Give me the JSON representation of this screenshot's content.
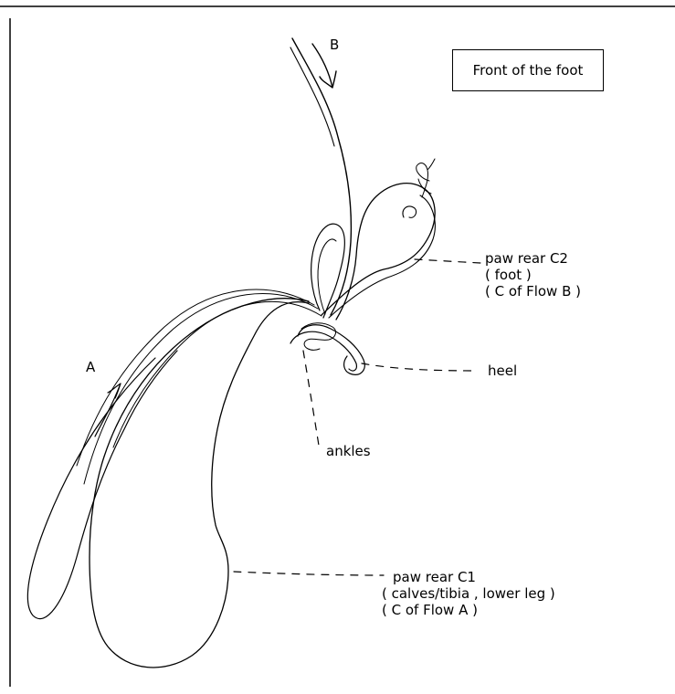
{
  "title_box": "Front of the foot",
  "labels": {
    "a": "A",
    "b": "B",
    "c2_line1": "paw rear C2",
    "c2_line2": "( foot )",
    "c2_line3": "( C of Flow B )",
    "heel": "heel",
    "ankles": "ankles",
    "c1_line1": "paw rear C1",
    "c1_line2": "( calves/tibia , lower leg )",
    "c1_line3": "( C of Flow A )"
  },
  "colors": {
    "ink": "#000000",
    "background": "#ffffff"
  }
}
